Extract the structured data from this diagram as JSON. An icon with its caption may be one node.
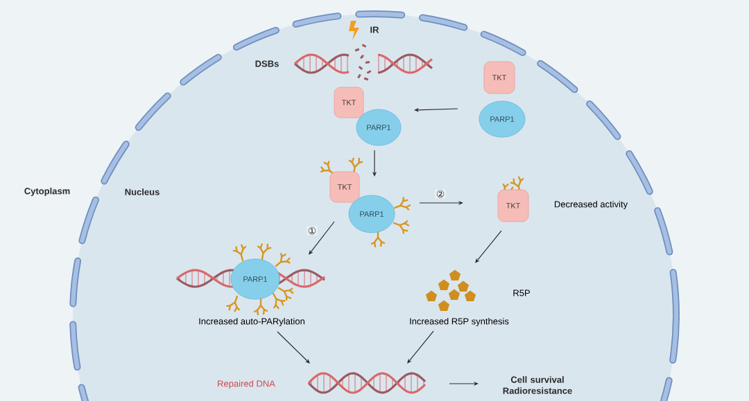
{
  "diagram": {
    "nodes": [
      {
        "text": [
          "TKT"
        ]
      },
      {
        "text": [
          "PARP1"
        ]
      },
      {
        "text": [
          "TKT"
        ]
      },
      {
        "text": [
          "PARP1"
        ]
      },
      {
        "text": [
          "TKT"
        ]
      },
      {
        "text": [
          "PARP1"
        ]
      },
      {
        "text": [
          "TKT"
        ],
        "beside": [
          "Decreased activity"
        ]
      },
      {
        "text": [
          "PARP1"
        ],
        "beside": [
          "Increased auto-PARylation"
        ]
      },
      {
        "text": [],
        "shape": "picture",
        "beside": [
          "R5P",
          "Increased R5P synthesis"
        ]
      },
      {
        "text": [],
        "shape": "picture",
        "beside": [
          "Repaired DNA"
        ]
      },
      {
        "text": [
          "Cell survival Radioresistance"
        ]
      }
    ],
    "edges": [
      {
        "from": 1,
        "to": 3,
        "arrow": "to"
      },
      {
        "from": 3,
        "to": 4,
        "arrow": "to"
      },
      {
        "from": 5,
        "to": 6,
        "arrow": "to",
        "label": "②"
      },
      {
        "from": 5,
        "to": 7,
        "arrow": "to",
        "label": "①"
      },
      {
        "from": 6,
        "to": 8,
        "arrow": "to"
      },
      {
        "from": 7,
        "to": 9,
        "arrow": "to"
      },
      {
        "from": 8,
        "to": 9,
        "arrow": "to"
      },
      {
        "from": 9,
        "to": 10,
        "arrow": "to"
      }
    ],
    "labels": [
      "IR",
      "DSBs",
      "Cytoplasm",
      "Nucleus"
    ]
  }
}
